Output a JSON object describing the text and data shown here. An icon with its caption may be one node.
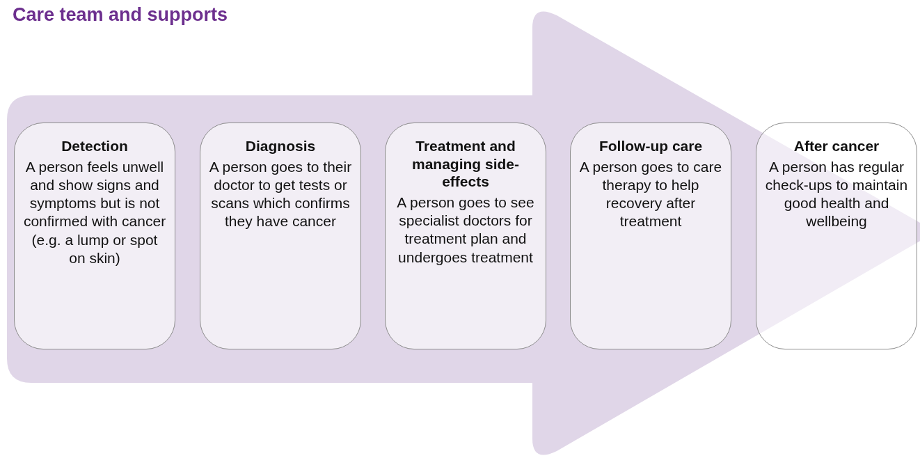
{
  "diagram": {
    "title": "Care team and supports",
    "nodes": [
      {
        "text": [
          "Detection",
          "A person feels unwell and show signs and symptoms but is not confirmed with cancer (e.g. a lump or spot on skin)"
        ]
      },
      {
        "text": [
          "Diagnosis",
          "A person goes to their doctor to get tests or scans which confirms they have cancer"
        ]
      },
      {
        "text": [
          "Treatment and managing side-effects",
          "A person goes to see specialist doctors for treatment plan and undergoes treatment"
        ]
      },
      {
        "text": [
          "Follow-up care",
          "A person goes to care therapy to help recovery after treatment"
        ]
      },
      {
        "text": [
          "After cancer",
          "A person has regular check-ups to maintain good health and wellbeing"
        ]
      }
    ]
  }
}
